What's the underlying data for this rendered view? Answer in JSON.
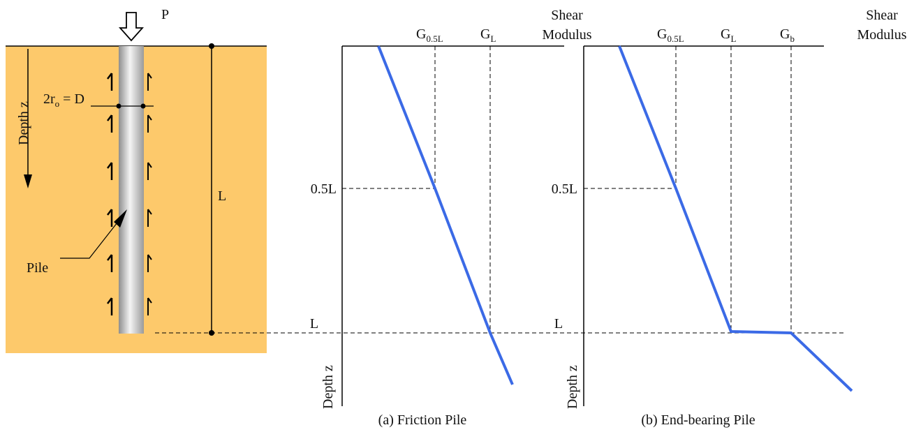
{
  "load": {
    "symbol": "P"
  },
  "soil": {
    "axis_label": "Depth z",
    "pile_label": "Pile",
    "diameter_label": "2r",
    "diameter_sub": "o",
    "diameter_rhs": " = D",
    "length_label": "L"
  },
  "friction": {
    "axis_title_line1": "Shear",
    "axis_title_line2": "Modulus",
    "g_half_main": "G",
    "g_half_sub": "0.5L",
    "g_l_main": "G",
    "g_l_sub": "L",
    "depth_label": "Depth z",
    "tick_half": "0.5L",
    "tick_l": "L",
    "caption": "(a)   Friction Pile"
  },
  "endbearing": {
    "axis_title_line1": "Shear",
    "axis_title_line2": "Modulus",
    "g_half_main": "G",
    "g_half_sub": "0.5L",
    "g_l_main": "G",
    "g_l_sub": "L",
    "g_b_main": "G",
    "g_b_sub": "b",
    "depth_label": "Depth z",
    "tick_half": "0.5L",
    "tick_l": "L",
    "caption": "(b)   End-bearing Pile"
  },
  "colors": {
    "soil": "#fdc96b",
    "profile": "#3b6ae6",
    "pile_light": "#f2f2f2",
    "pile_dark": "#9a9a9a"
  }
}
